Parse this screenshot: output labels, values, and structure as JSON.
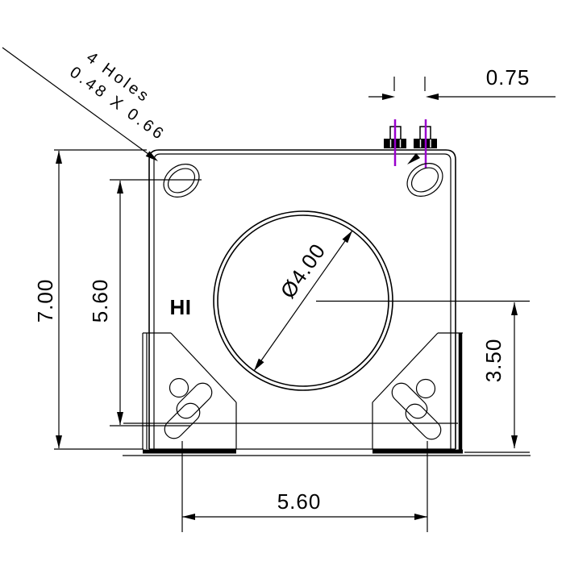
{
  "drawing": {
    "notes": {
      "holes_note_line1": "4 Holes",
      "holes_note_line2": "0.48 X 0.66"
    },
    "labels": {
      "polarity_mark": "HI"
    },
    "dimensions": {
      "terminal_spacing": "0.75",
      "overall_height": "7.00",
      "mounting_hole_vertical_spacing": "5.60",
      "bore_diameter": "Ø4.00",
      "base_center_height": "3.50",
      "mounting_slot_horizontal_spacing": "5.60"
    },
    "colors": {
      "line": "#000000",
      "centerline": "#9900CC",
      "background": "#FFFFFF"
    }
  }
}
